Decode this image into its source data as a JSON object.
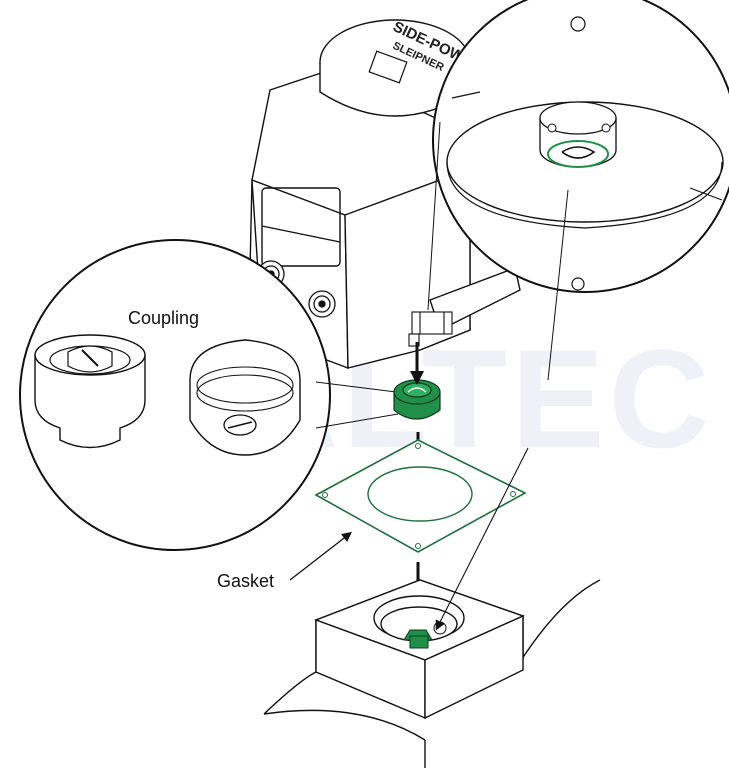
{
  "labels": {
    "coupling": "Coupling",
    "gasket": "Gasket"
  },
  "motor_branding": {
    "line1": "SIDE-POWER",
    "line2": "SLEIPNER"
  },
  "watermark": "SALTEC",
  "colors": {
    "part_highlight": "#1f8f4a",
    "line": "#111111",
    "watermark": "#eef1f8"
  }
}
